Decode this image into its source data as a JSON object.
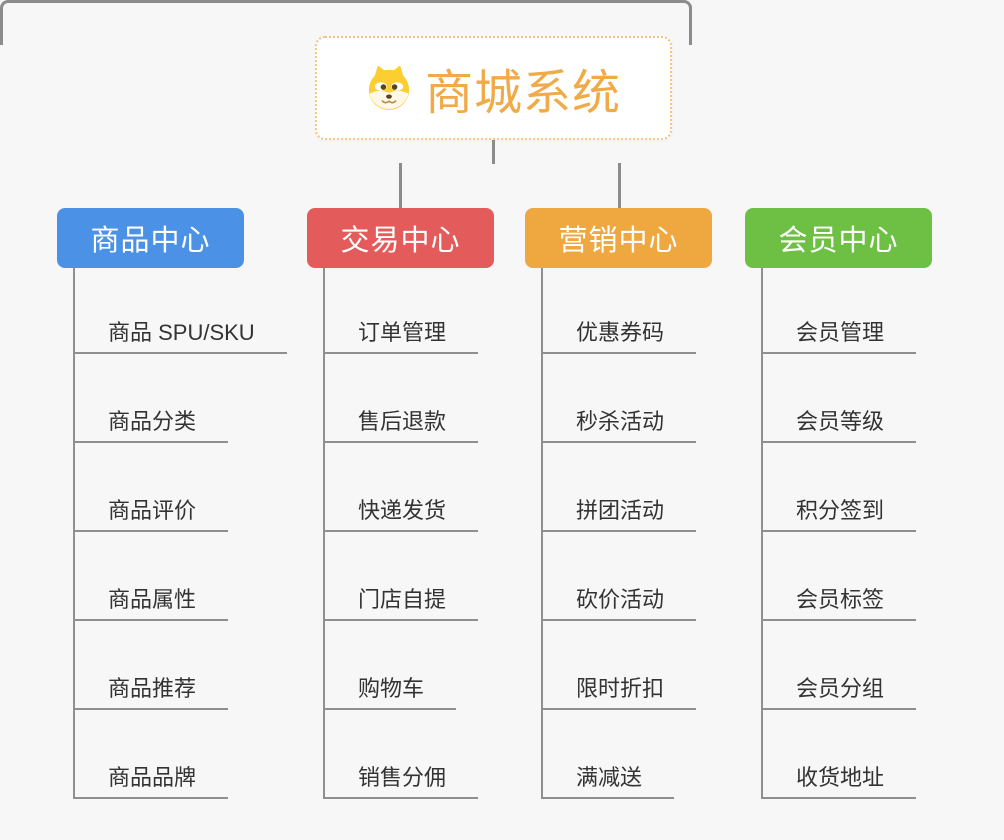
{
  "root": {
    "title": "商城系统",
    "icon": "shiba-dog-icon"
  },
  "colors": {
    "background": "#f7f7f7",
    "connector": "#8c8c8c",
    "item_line": "#8f8f8f",
    "item_text": "#333333",
    "root_title": "#f0aa48",
    "root_border": "#f3c382"
  },
  "branches": [
    {
      "label": "商品中心",
      "color": "#4b92e7",
      "items": [
        "商品 SPU/SKU",
        "商品分类",
        "商品评价",
        "商品属性",
        "商品推荐",
        "商品品牌"
      ]
    },
    {
      "label": "交易中心",
      "color": "#e45b5b",
      "items": [
        "订单管理",
        "售后退款",
        "快递发货",
        "门店自提",
        "购物车",
        "销售分佣"
      ]
    },
    {
      "label": "营销中心",
      "color": "#efa840",
      "items": [
        "优惠券码",
        "秒杀活动",
        "拼团活动",
        "砍价活动",
        "限时折扣",
        "满减送"
      ]
    },
    {
      "label": "会员中心",
      "color": "#6ec044",
      "items": [
        "会员管理",
        "会员等级",
        "积分签到",
        "会员标签",
        "会员分组",
        "收货地址"
      ]
    }
  ]
}
